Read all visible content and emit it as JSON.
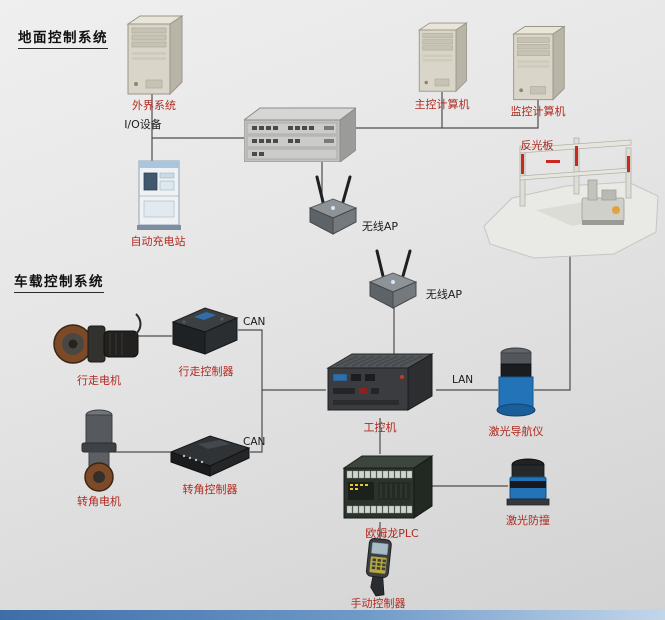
{
  "sections": {
    "ground_title": "地面控制系统",
    "vehicle_title": "车载控制系统"
  },
  "nodes": {
    "external_system": {
      "label": "外界系统"
    },
    "io_device": {
      "label": "I/O设备"
    },
    "auto_charge_station": {
      "label": "自动充电站"
    },
    "main_computer": {
      "label": "主控计算机"
    },
    "monitor_computer": {
      "label": "监控计算机"
    },
    "reflector_board": {
      "label": "反光板"
    },
    "wireless_ap_1": {
      "label": "无线AP"
    },
    "wireless_ap_2": {
      "label": "无线AP"
    },
    "travel_motor": {
      "label": "行走电机"
    },
    "travel_controller": {
      "label": "行走控制器"
    },
    "steer_motor": {
      "label": "转角电机"
    },
    "steer_controller": {
      "label": "转角控制器"
    },
    "industrial_pc": {
      "label": "工控机"
    },
    "laser_navigator": {
      "label": "激光导航仪"
    },
    "omron_plc": {
      "label": "欧姆龙PLC"
    },
    "laser_anticollision": {
      "label": "激光防撞"
    },
    "manual_controller": {
      "label": "手动控制器"
    }
  },
  "bus_labels": {
    "can_1": "CAN",
    "can_2": "CAN",
    "lan": "LAN"
  },
  "colors": {
    "label_red": "#b02a20",
    "line_gray": "#4d4d4d",
    "reflector_red": "#c92a20",
    "device_blue": "#2273b8",
    "bottom_bar_blue": "#3e6da8"
  }
}
